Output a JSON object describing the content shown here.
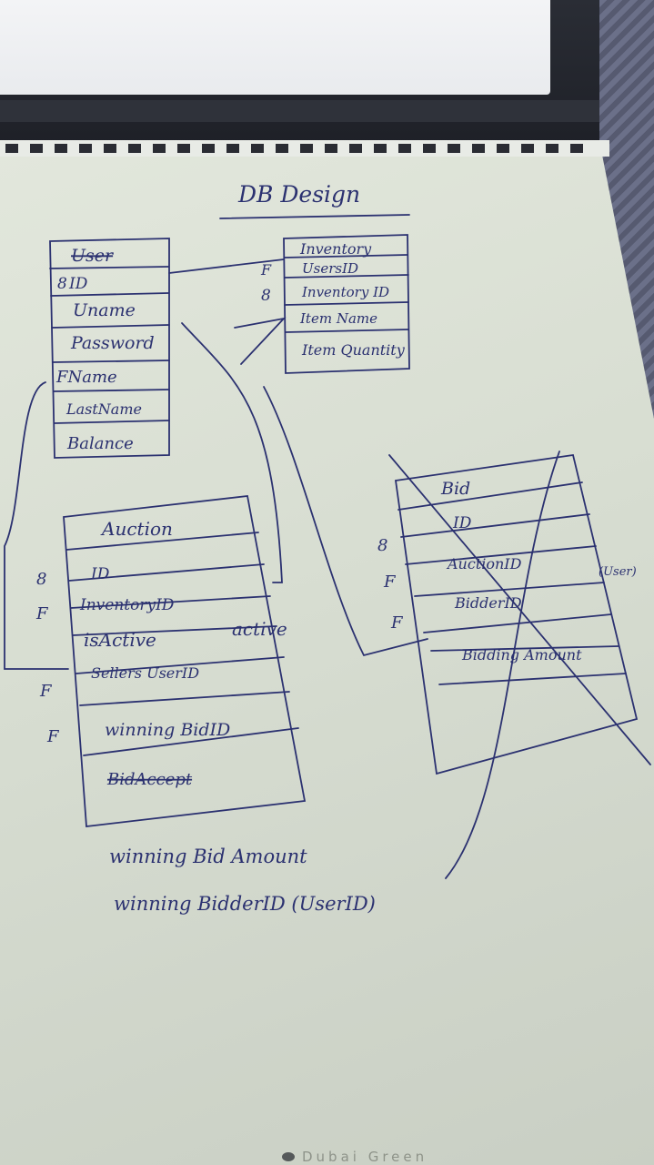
{
  "title": "DB Design",
  "user_table": {
    "name": "User",
    "fields": [
      "ID",
      "Uname",
      "Password",
      "FName",
      "LastName",
      "Balance"
    ],
    "keys": [
      "8"
    ]
  },
  "inventory_table": {
    "name": "Inventory",
    "fields": [
      "UsersID",
      "Inventory ID",
      "Item Name",
      "Item Quantity"
    ],
    "keys": [
      "F",
      "8"
    ]
  },
  "auction_table": {
    "name": "Auction",
    "fields": [
      "ID",
      "InventoryID",
      "isActive",
      "Sellers UserID",
      "winning BidID",
      "BidAccept"
    ],
    "keys": [
      "8",
      "F",
      "F",
      "F"
    ],
    "extra_label": "active"
  },
  "bid_table": {
    "name": "Bid",
    "fields": [
      "ID",
      "AuctionID",
      "BidderID",
      "Bidding Amount"
    ],
    "keys": [
      "8",
      "F",
      "F"
    ],
    "note": "(User)"
  },
  "notes": [
    "winning Bid Amount",
    "winning BidderID (UserID)"
  ],
  "footer": {
    "brand": "Dubai Green"
  },
  "colors": {
    "ink": "#2b3170",
    "paper": "#dde2d7"
  }
}
